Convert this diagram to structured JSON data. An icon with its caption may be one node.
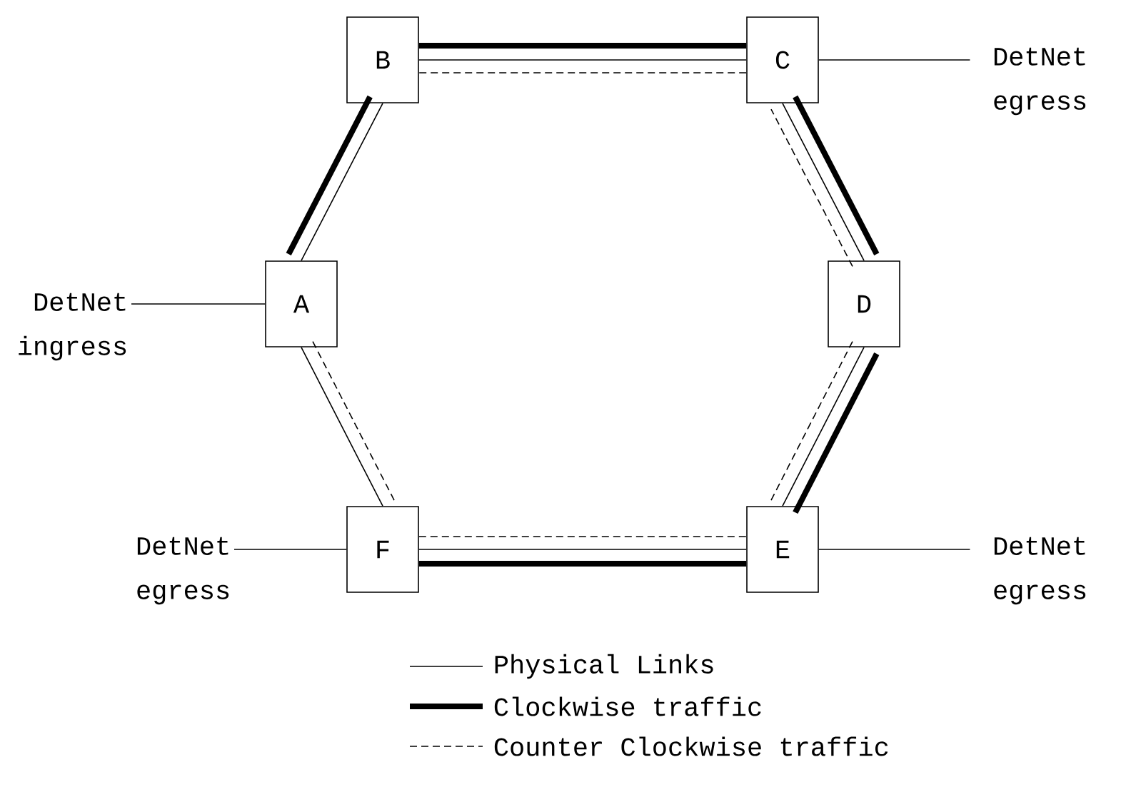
{
  "diagram": {
    "nodes": [
      {
        "text": [
          "B"
        ]
      },
      {
        "text": [
          "C"
        ]
      },
      {
        "text": [
          "DetNet egress"
        ]
      },
      {
        "text": [
          "DetNet ingress"
        ]
      },
      {
        "text": [
          "A"
        ]
      },
      {
        "text": [
          "D"
        ]
      },
      {
        "text": [
          "DetNet egress"
        ]
      },
      {
        "text": [
          "F"
        ]
      },
      {
        "text": [
          "E"
        ]
      },
      {
        "text": [
          "DetNet egress"
        ]
      }
    ],
    "edges": [
      {
        "from": 4,
        "to": 0,
        "arrow": "none"
      },
      {
        "from": 0,
        "to": 1,
        "arrow": "none"
      },
      {
        "from": 1,
        "to": 5,
        "arrow": "none"
      },
      {
        "from": 5,
        "to": 8,
        "arrow": "none"
      },
      {
        "from": 8,
        "to": 7,
        "arrow": "none"
      },
      {
        "from": 7,
        "to": 4,
        "arrow": "none"
      },
      {
        "from": 4,
        "to": 0,
        "arrow": "none",
        "style": "thick"
      },
      {
        "from": 0,
        "to": 1,
        "arrow": "none",
        "style": "thick"
      },
      {
        "from": 1,
        "to": 5,
        "arrow": "none",
        "style": "thick"
      },
      {
        "from": 5,
        "to": 8,
        "arrow": "none",
        "style": "thick"
      },
      {
        "from": 8,
        "to": 7,
        "arrow": "none",
        "style": "thick"
      },
      {
        "from": 4,
        "to": 7,
        "arrow": "none",
        "style": "dashed"
      },
      {
        "from": 7,
        "to": 8,
        "arrow": "none",
        "style": "dashed"
      },
      {
        "from": 8,
        "to": 5,
        "arrow": "none",
        "style": "dashed"
      },
      {
        "from": 5,
        "to": 1,
        "arrow": "none",
        "style": "dashed"
      },
      {
        "from": 1,
        "to": 0,
        "arrow": "none",
        "style": "dashed"
      },
      {
        "from": 1,
        "to": 2,
        "arrow": "none"
      },
      {
        "from": 3,
        "to": 4,
        "arrow": "none"
      },
      {
        "from": 6,
        "to": 7,
        "arrow": "none"
      },
      {
        "from": 8,
        "to": 9,
        "arrow": "none"
      }
    ],
    "legend": [
      {
        "text": "Physical Links"
      },
      {
        "text": "Clockwise traffic"
      },
      {
        "text": "Counter Clockwise traffic"
      }
    ]
  }
}
